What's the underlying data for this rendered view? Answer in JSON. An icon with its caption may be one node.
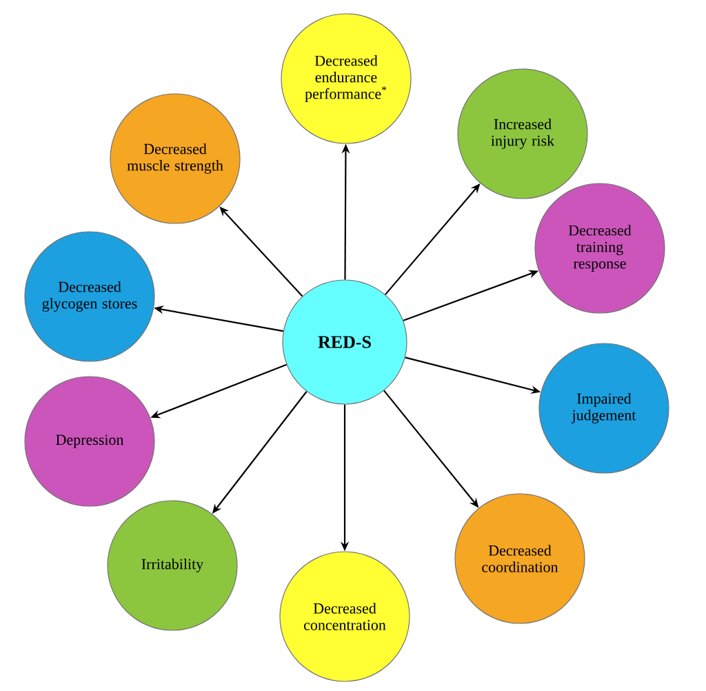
{
  "diagram": {
    "nodes": [
      {
        "text": [
          "RED-S"
        ]
      },
      {
        "text": [
          "Decreased endurance performance$^{*}$"
        ]
      },
      {
        "text": [
          "Increased injury risk"
        ]
      },
      {
        "text": [
          "Decreased training response"
        ]
      },
      {
        "text": [
          "Impaired judgement"
        ]
      },
      {
        "text": [
          "Decreased coordination"
        ]
      },
      {
        "text": [
          "Decreased concentration"
        ]
      },
      {
        "text": [
          "Irritability"
        ]
      },
      {
        "text": [
          "Depression"
        ]
      },
      {
        "text": [
          "Decreased glycogen stores"
        ]
      },
      {
        "text": [
          "Decreased muscle strength"
        ]
      }
    ],
    "edges": [
      {
        "from": 0,
        "to": 1,
        "arrow": "to"
      },
      {
        "from": 0,
        "to": 2,
        "arrow": "to"
      },
      {
        "from": 0,
        "to": 3,
        "arrow": "to"
      },
      {
        "from": 0,
        "to": 4,
        "arrow": "to"
      },
      {
        "from": 0,
        "to": 5,
        "arrow": "to"
      },
      {
        "from": 0,
        "to": 6,
        "arrow": "to"
      },
      {
        "from": 0,
        "to": 7,
        "arrow": "to"
      },
      {
        "from": 0,
        "to": 8,
        "arrow": "to"
      },
      {
        "from": 0,
        "to": 9,
        "arrow": "to"
      },
      {
        "from": 0,
        "to": 10,
        "arrow": "to"
      }
    ]
  }
}
